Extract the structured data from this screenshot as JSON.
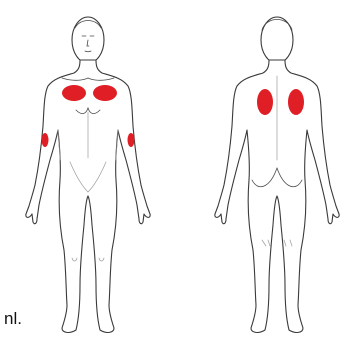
{
  "caption": "nl.",
  "colors": {
    "outline": "#3a3a3a",
    "marker": "#e01e26",
    "background": "#ffffff"
  },
  "figures": [
    {
      "view": "front",
      "markers": [
        "left-chest",
        "right-chest",
        "right-upper-arm",
        "left-upper-arm"
      ]
    },
    {
      "view": "back",
      "markers": [
        "left-upper-back",
        "right-upper-back"
      ]
    }
  ]
}
